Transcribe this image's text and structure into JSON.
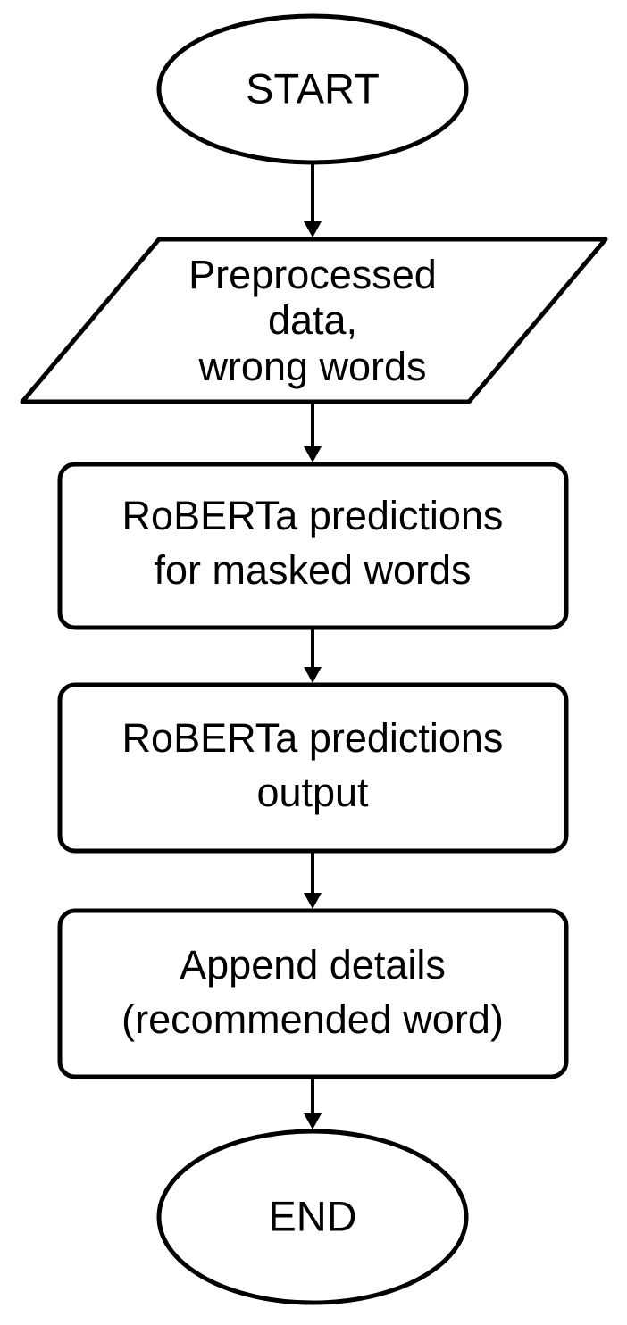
{
  "diagram": {
    "title": "RoBERTa masked word prediction flowchart",
    "type": "flowchart",
    "orientation": "top-to-bottom",
    "colors": {
      "stroke": "#000000",
      "fill": "#ffffff",
      "text": "#000000",
      "background": "#ffffff"
    },
    "nodes": [
      {
        "id": "start",
        "shape": "ellipse",
        "label": "START",
        "lines": [
          "START"
        ]
      },
      {
        "id": "input-data",
        "shape": "parallelogram",
        "label": "Preprocessed data, wrong words",
        "lines": [
          "Preprocessed",
          "data,",
          "wrong words"
        ]
      },
      {
        "id": "roberta-predictions",
        "shape": "rounded-rectangle",
        "label": "RoBERTa predictions for masked words",
        "lines": [
          "RoBERTa predictions",
          "for masked words"
        ]
      },
      {
        "id": "roberta-output",
        "shape": "rounded-rectangle",
        "label": "RoBERTa predictions output",
        "lines": [
          "RoBERTa predictions",
          "output"
        ]
      },
      {
        "id": "append-details",
        "shape": "rounded-rectangle",
        "label": "Append details (recommended word)",
        "lines": [
          "Append details",
          "(recommended word)"
        ]
      },
      {
        "id": "end",
        "shape": "ellipse",
        "label": "END",
        "lines": [
          "END"
        ]
      }
    ],
    "edges": [
      {
        "id": "edge-start-input",
        "from": "start",
        "to": "input-data",
        "label": ""
      },
      {
        "id": "edge-input-predictions",
        "from": "input-data",
        "to": "roberta-predictions",
        "label": ""
      },
      {
        "id": "edge-predictions-output",
        "from": "roberta-predictions",
        "to": "roberta-output",
        "label": ""
      },
      {
        "id": "edge-output-append",
        "from": "roberta-output",
        "to": "append-details",
        "label": ""
      },
      {
        "id": "edge-append-end",
        "from": "append-details",
        "to": "end",
        "label": ""
      }
    ]
  }
}
